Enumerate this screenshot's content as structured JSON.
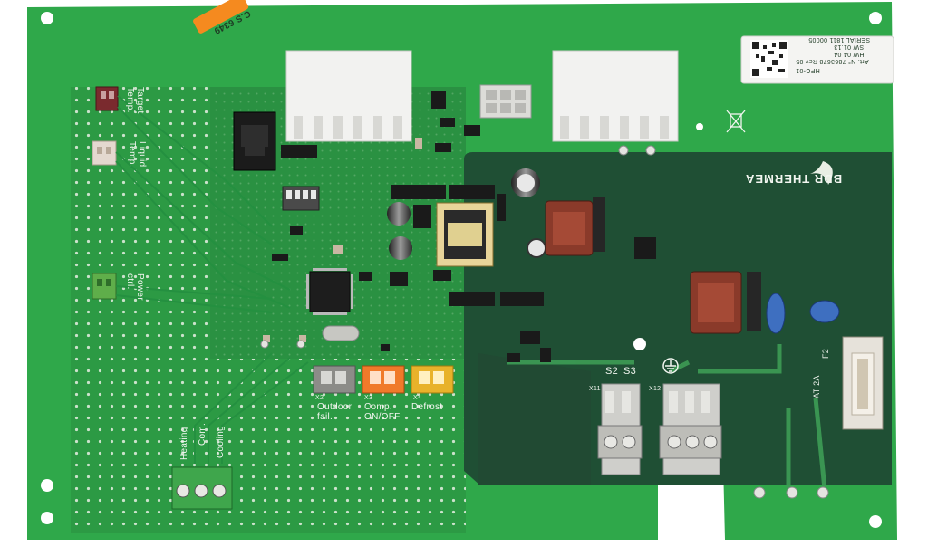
{
  "board": {
    "brand": "BDR THERMEA",
    "sticker_code": "C.S 6349",
    "serial_label": {
      "line1": "HPC-01",
      "line2": "Art. N° 7863678 Rev 05",
      "line3": "HW 04.04",
      "line4": "SW 01.13",
      "line5": "SERIAL 1811 00005"
    },
    "left_labels": {
      "target_temp": "Target\nTemp.",
      "liquid_temp": "Liquid\nTemp.",
      "power": "Power\nctrl."
    },
    "connector_labels": {
      "outdoor": "Outdoor\nfail.",
      "comp": "Comp.\nON/OFF",
      "defrost": "Defrost",
      "x2": "X2",
      "x3": "X3",
      "x4": "X4",
      "x11": "X11",
      "x12": "X12",
      "s2": "S2",
      "s3": "S3",
      "f2": "F2",
      "at2a": "AT 2A"
    },
    "terminal_labels": {
      "heating": "Heating",
      "com": "Com.",
      "cooling": "Cooling"
    },
    "colors": {
      "board_green": "#2fa84a",
      "dark_zone": "#1f4f34",
      "mid_zone": "#2f8a43",
      "connector_orange": "#f07a2a",
      "connector_yellow": "#e8b22a",
      "connector_grey": "#8c8c88",
      "sticker_orange": "#f58a1f",
      "cap_blue": "#3e6fc0"
    }
  }
}
